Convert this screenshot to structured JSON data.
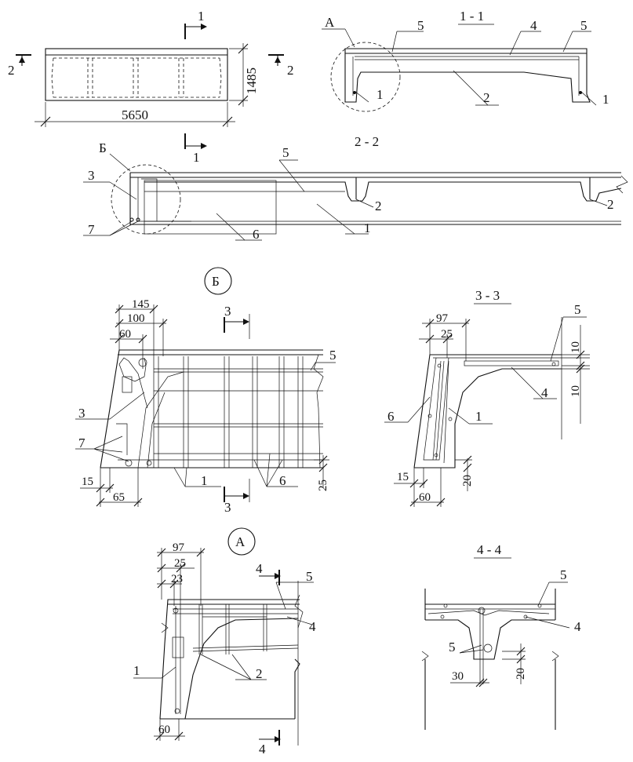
{
  "labels": {
    "dims": {
      "length": "5650",
      "height": "1485",
      "b145": "145",
      "b100": "100",
      "b60": "60",
      "b15": "15",
      "b65": "65",
      "b25": "25",
      "s97": "97",
      "s25": "25",
      "s10a": "10",
      "s10b": "10",
      "s15": "15",
      "s20": "20",
      "s60": "60",
      "a97": "97",
      "a25": "25",
      "a23": "23",
      "a60": "60",
      "c30": "30",
      "c20": "20"
    },
    "sections": {
      "s11": "1 - 1",
      "s22": "2 - 2",
      "s33": "3 - 3",
      "s44": "4 - 4",
      "cut1": "1",
      "cut2": "2",
      "cut3": "3",
      "cut4": "4"
    },
    "callouts": {
      "A": "А",
      "B": "Б"
    },
    "marks": [
      "1",
      "2",
      "3",
      "4",
      "5",
      "6",
      "7"
    ]
  }
}
